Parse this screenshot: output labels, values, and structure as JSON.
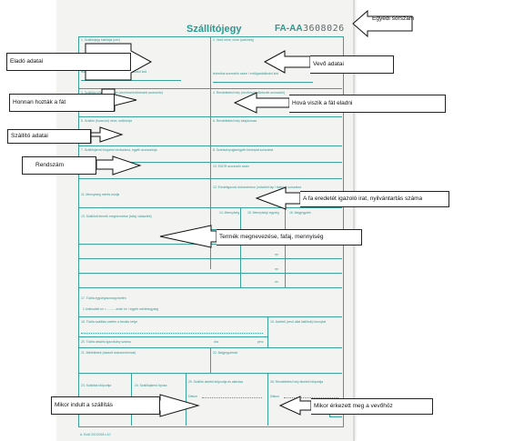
{
  "form": {
    "title": "Szállítójegy",
    "code": "FA-AA",
    "serial": "3608026",
    "footer": "A. Erdő 231/2018 v.10",
    "fields": {
      "f1": "1. Szállítójegy kiállítója (név)",
      "f1b": "technikai azonosító szám / erdőgazdálkodói kód",
      "f2": "2. Vevő neve, címe (székhely)",
      "f2b": "technikai azonosító szám / erdőgazdálkodói kód",
      "f3": "3. Szállítás kiindulási helye (cím/hrsz/erdőrészlet azonosító)",
      "f4": "4. Rendeltetési hely (cím/hrsz/erdőrészlet azonosító)",
      "f5": "5. Szállító (fuvarozó) neve, székhelye",
      "f6": "6. Rendeltetési hely tulajdonosa",
      "f7": "7. Szállítójármű forgalmi rendszáma, egyéb azonosítója",
      "f8": "8. Számla/nyugta/egyéb bizonylat sorszáma",
      "f9": "9. Rendszám",
      "f10": "10. EUDR azonosító szám",
      "f11": "11. Mennyiség mérés módja",
      "f12": "12. Eredetigazoló dokumentum (műveleti lap / faktúra) sorszáma",
      "f13": "13. Szállított termék megnevezése (fafaj, választék)",
      "f14": "14. Mennyiség",
      "f15": "15. Mennyiségi egység",
      "f16": "16. Megjegyzés",
      "f17": "17. Tűzifa egységcsomag esetén",
      "f17b": "1 ömlesztett m³ = ......... erdei m³ / egyéb mértékegység",
      "f18": "18. Tűzifa szállítás esetén a tárolás helye",
      "f19": "19. Átvételi (vevő által kiállított) bizonylat",
      "f20": "20. Tűzifa vásárló igazolvány száma",
      "f21": "21. Mellékletek (átadott dokumentumok)",
      "f22": "22. Megjegyzések",
      "f23": "23. Szállítás időpontja",
      "f24": "24. Szállítójármű típusa",
      "f25": "25. Szállító átvétel időpontja és aláírása",
      "f26": "26. Rendeltetési hely átvételi időpontja",
      "datum": "Dátum",
      "ora": "óra",
      "perc": "perc",
      "m3": "m³"
    }
  },
  "annotations": {
    "serial": "Egyedi sorszám",
    "seller": "Eladó adatai",
    "buyer": "Vevő adatai",
    "origin": "Honnan hozták a fát",
    "destination": "Hová viszik a fát eladni",
    "carrier": "Szállító adatai",
    "plate": "Rendszám",
    "origin_doc": "A fa eredetét igazoló irat, nyilvántartás száma",
    "product": "Termék megnevezése, fafaj, mennyiség",
    "departure": "Mikor indult a szállítás",
    "arrival": "Mikor érkezett meg a vevőhöz"
  }
}
